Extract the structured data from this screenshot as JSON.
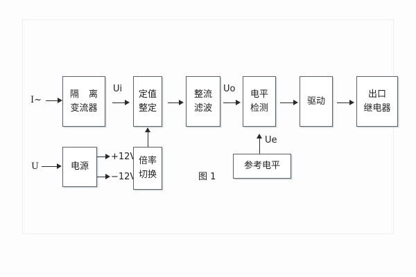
{
  "figure": {
    "caption": "图 1",
    "background": "#fdfdfd",
    "line_color": "#2a2a2a",
    "box_border_color": "#5a5f66"
  },
  "inputs": {
    "current_label": "I~",
    "voltage_label": "U"
  },
  "blocks": {
    "isolation_transformer": {
      "line1": "隔 离",
      "line2": "变流器"
    },
    "setting_value": {
      "line1": "定值",
      "line2": "整定"
    },
    "rectifier_filter": {
      "line1": "整流",
      "line2": "滤波"
    },
    "level_detection": {
      "line1": "电平",
      "line2": "检测"
    },
    "drive": {
      "line1": "驱动"
    },
    "output_relay": {
      "line1": "出口",
      "line2": "继电器"
    },
    "power_supply": {
      "line1": "电源"
    },
    "ratio_switch": {
      "line1": "倍率",
      "line2": "切换"
    },
    "reference_level": {
      "line1": "参考电平"
    }
  },
  "signals": {
    "ui": "Ui",
    "uo": "Uo",
    "ue": "Ue",
    "rail_positive": "+12V",
    "rail_negative": "−12V"
  }
}
